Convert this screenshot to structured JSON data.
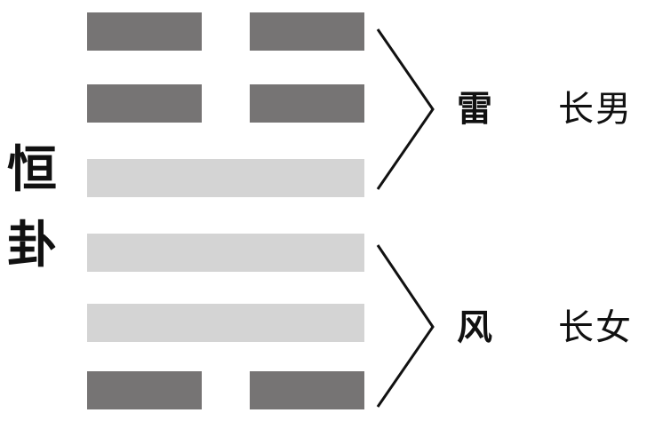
{
  "hexagram": {
    "title_chars": [
      "恒",
      "卦"
    ]
  },
  "lines_top_to_bottom": [
    "yin",
    "yin",
    "yang",
    "yang",
    "yang",
    "yin"
  ],
  "trigrams": [
    {
      "name": "雷",
      "member": "长男"
    },
    {
      "name": "风",
      "member": "长女"
    }
  ],
  "colors": {
    "yin_line": "#767474",
    "yang_line": "#d4d4d4",
    "text": "#111111",
    "bracket": "#111111"
  }
}
